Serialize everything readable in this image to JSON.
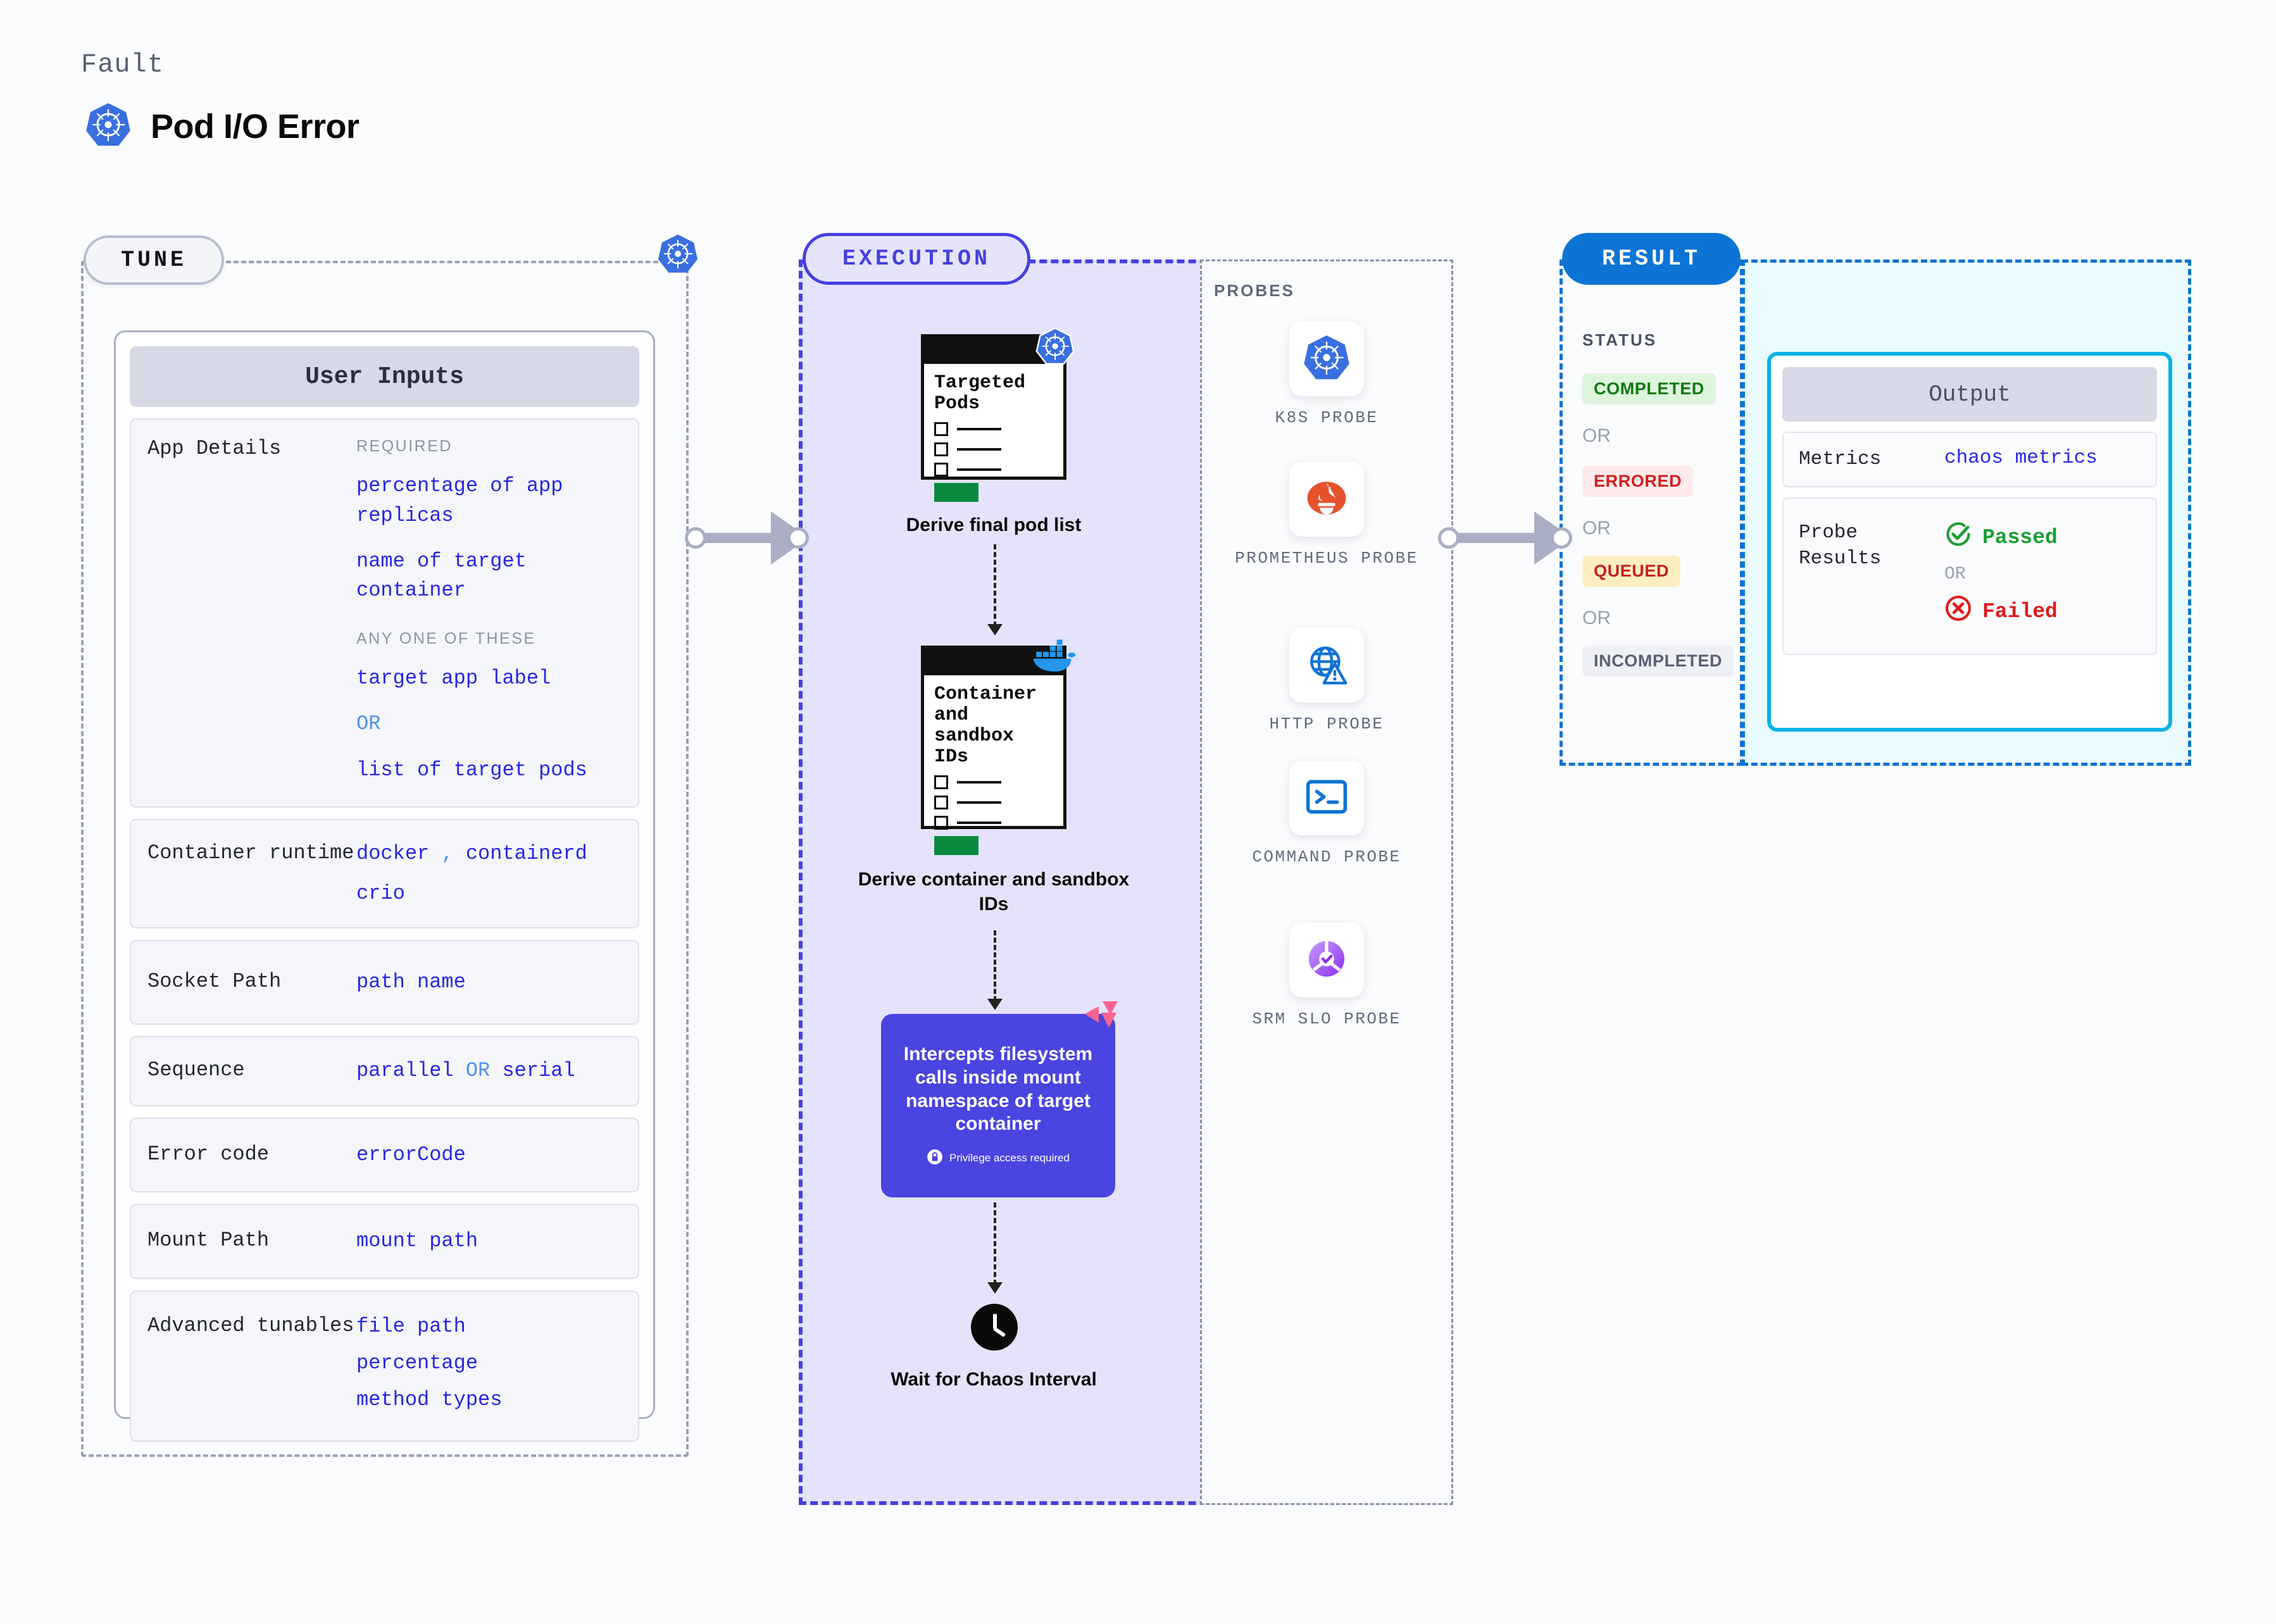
{
  "header": {
    "eyebrow": "Fault",
    "title": "Pod I/O Error",
    "icon": "kubernetes-icon"
  },
  "panels": {
    "tune": {
      "badge": "TUNE"
    },
    "execution": {
      "badge": "EXECUTION"
    },
    "probes": {
      "title": "PROBES"
    },
    "result": {
      "badge": "RESULT",
      "status_title": "STATUS"
    }
  },
  "tune": {
    "card_title": "User Inputs",
    "rows": [
      {
        "label": "App Details",
        "groups": [
          {
            "heading": "REQUIRED",
            "values": [
              "percentage of app replicas",
              "name of target container"
            ]
          },
          {
            "heading": "ANY ONE OF THESE",
            "values": [
              "target app label",
              "OR",
              "list of target pods"
            ]
          }
        ]
      },
      {
        "label": "Container runtime",
        "values_line1": "docker",
        "separator": ",",
        "values_line1b": "containerd",
        "values_line2": "crio"
      },
      {
        "label": "Socket Path",
        "value": "path name"
      },
      {
        "label": "Sequence",
        "value_a": "parallel",
        "or": "OR",
        "value_b": "serial"
      },
      {
        "label": "Error code",
        "value": "errorCode"
      },
      {
        "label": "Mount Path",
        "value": "mount path"
      },
      {
        "label": "Advanced tunables",
        "values": [
          "file path",
          "percentage",
          "method types"
        ]
      }
    ]
  },
  "execution": {
    "node1": {
      "card_title": "Targeted Pods",
      "caption": "Derive final pod list",
      "icon": "kubernetes-icon"
    },
    "node2": {
      "card_title": "Container and sandbox IDs",
      "caption": "Derive container and sandbox IDs",
      "icon": "docker-icon"
    },
    "node3": {
      "text": "Intercepts filesystem calls inside mount namespace of target container",
      "privilege_note": "Privilege access required",
      "privilege_icon": "lock-icon",
      "corner_icon": "litmus-logo-icon",
      "color": "#4a44e0"
    },
    "node4": {
      "caption": "Wait for Chaos Interval",
      "icon": "clock-icon"
    }
  },
  "probes": [
    {
      "label": "K8S PROBE",
      "icon": "kubernetes-icon"
    },
    {
      "label": "PROMETHEUS PROBE",
      "icon": "prometheus-icon"
    },
    {
      "label": "HTTP PROBE",
      "icon": "globe-warning-icon"
    },
    {
      "label": "COMMAND PROBE",
      "icon": "terminal-icon"
    },
    {
      "label": "SRM SLO PROBE",
      "icon": "srm-slo-icon"
    }
  ],
  "result": {
    "statuses": [
      {
        "label": "COMPLETED",
        "bg": "#ddf5dd",
        "fg": "#107a10"
      },
      {
        "label": "ERRORED",
        "bg": "#fdeaea",
        "fg": "#d22020"
      },
      {
        "label": "QUEUED",
        "bg": "#fdeec2",
        "fg": "#c41f1f"
      },
      {
        "label": "INCOMPLETED",
        "bg": "#eef0f6",
        "fg": "#5a6073"
      }
    ],
    "or_label": "OR"
  },
  "output": {
    "card_title": "Output",
    "metrics_label": "Metrics",
    "metrics_value": "chaos metrics",
    "probe_results_label": "Probe Results",
    "passed_label": "Passed",
    "failed_label": "Failed",
    "or_label": "OR",
    "passed_icon": "check-circle-icon",
    "failed_icon": "x-circle-icon"
  }
}
